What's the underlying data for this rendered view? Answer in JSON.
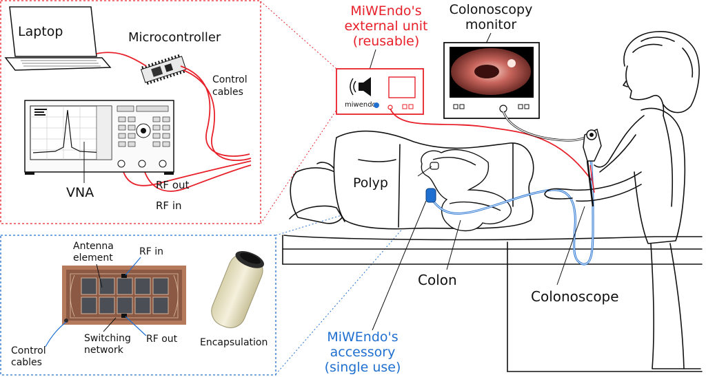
{
  "setup_panel": {
    "laptop": "Laptop",
    "microcontroller": "Microcontroller",
    "control_cables": [
      "Control",
      "cables"
    ],
    "vna": "VNA",
    "rf_out": "RF out",
    "rf_in": "RF in"
  },
  "external_unit": {
    "title_lines": [
      "MiWEndo's",
      "external unit",
      "(reusable)"
    ],
    "brand": "miwendo"
  },
  "monitor": {
    "title_lines": [
      "Colonoscopy",
      "monitor"
    ]
  },
  "patient_scene": {
    "polyp": "Polyp",
    "colon": "Colon",
    "colonoscope": "Colonoscope"
  },
  "accessory_label": {
    "lines": [
      "MiWEndo's",
      "accessory",
      "(single use)"
    ]
  },
  "accessory_panel": {
    "antenna_element": [
      "Antenna",
      "element"
    ],
    "rf_in": "RF in",
    "rf_out": "RF out",
    "switching_network": [
      "Switching",
      "network"
    ],
    "control_cables": [
      "Control",
      "cables"
    ],
    "encapsulation": "Encapsulation"
  },
  "colors": {
    "red": "#e8202a",
    "blue": "#1f6fd1",
    "line": "#111111"
  }
}
